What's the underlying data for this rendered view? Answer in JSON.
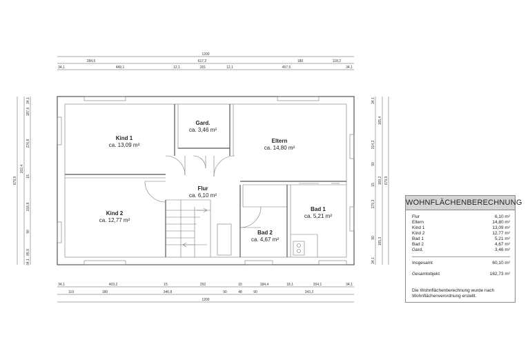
{
  "rooms": {
    "kind1": {
      "name": "Kind 1",
      "area": "ca. 13,09 m²"
    },
    "gard": {
      "name": "Gard.",
      "area": "ca. 3,46 m²"
    },
    "eltern": {
      "name": "Eltern",
      "area": "ca. 14,80 m²"
    },
    "flur": {
      "name": "Flur",
      "area": "ca. 6,10 m²"
    },
    "kind2": {
      "name": "Kind 2",
      "area": "ca. 12,77 m²"
    },
    "bad1": {
      "name": "Bad 1",
      "area": "ca. 5,21 m²"
    },
    "bad2": {
      "name": "Bad 2",
      "area": "ca. 4,67 m²"
    }
  },
  "dims": {
    "top_total": "1200",
    "top_mid": [
      "284,6",
      "617,2",
      "180",
      "118,2"
    ],
    "top_inner": [
      "34,1",
      "449,1",
      "12,1",
      "201",
      "12,1",
      "457,5",
      "34,1"
    ],
    "bottom_inner": [
      "34,1",
      "403,2",
      "15",
      "292",
      "15",
      "184,4",
      "18,1",
      "204,1",
      "34,1"
    ],
    "bottom_mid": [
      "110",
      "180",
      "346,8",
      "90",
      "48",
      "90",
      "343,2"
    ],
    "bottom_total": "1200",
    "left_inner": [
      "34,1",
      "187,6",
      "276,8",
      "15",
      "316,8",
      "90",
      "85,9",
      "34,1"
    ],
    "left_outer": [
      "202,4"
    ],
    "left_total": "679,9",
    "right_inner": [
      "34,1",
      "314,3",
      "90",
      "15",
      "279,3",
      "90",
      "34,1"
    ],
    "right_mid": [
      "165,4",
      "169,2",
      "165,3"
    ],
    "right_total": "679,9"
  },
  "calc": {
    "title": "WOHNFLÄCHENBERECHNUNG",
    "items": [
      {
        "name": "Flur",
        "value": "6,10 m²"
      },
      {
        "name": "Eltern",
        "value": "14,80 m²"
      },
      {
        "name": "Kind 1",
        "value": "13,09 m²"
      },
      {
        "name": "Kind 2",
        "value": "12,77 m²"
      },
      {
        "name": "Bad 1",
        "value": "5,21 m²"
      },
      {
        "name": "Bad 2",
        "value": "4,67 m²"
      },
      {
        "name": "Gard.",
        "value": "3,46 m²"
      }
    ],
    "total_label": "Insgesamt",
    "total_value": "60,10 m²",
    "object_label": "Gesamtobjekt",
    "object_value": "162,73 m²",
    "note": "Die Wohnflächenberechnung wurde nach Wohnflächenverordnung erstellt."
  }
}
